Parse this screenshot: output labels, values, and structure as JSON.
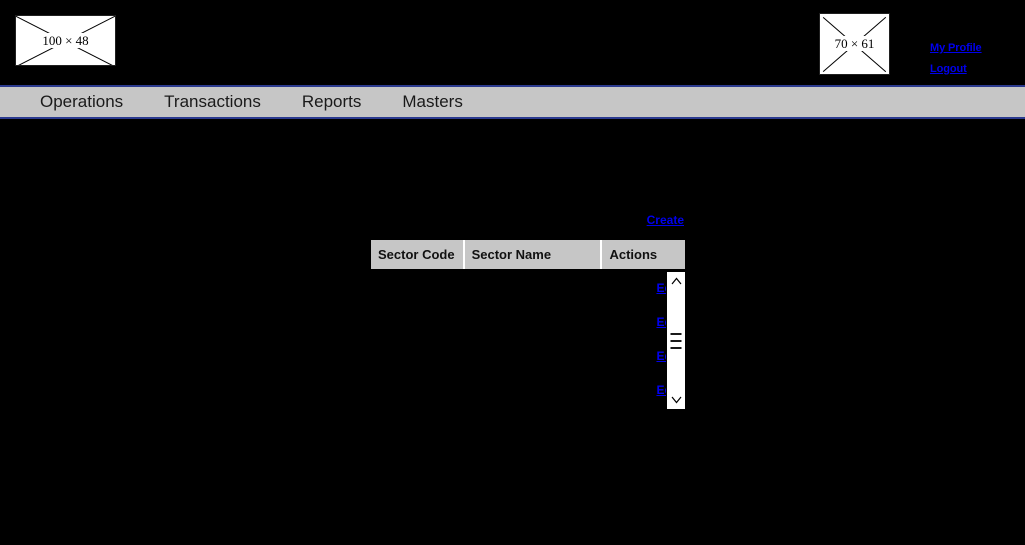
{
  "header": {
    "logo_left": {
      "icon": "broken-image-placeholder",
      "label": "100 × 48"
    },
    "logo_right": {
      "icon": "broken-image-placeholder",
      "label": "70 × 61"
    },
    "links": [
      {
        "label": "My Profile"
      },
      {
        "label": "Logout"
      }
    ]
  },
  "nav": {
    "items": [
      {
        "label": "Operations"
      },
      {
        "label": "Transactions"
      },
      {
        "label": "Reports"
      },
      {
        "label": "Masters"
      }
    ]
  },
  "main": {
    "create_link": "Create",
    "table": {
      "columns": [
        {
          "label": "Sector Code"
        },
        {
          "label": "Sector Name"
        },
        {
          "label": "Actions"
        }
      ],
      "rows": [
        {
          "sector_code": "",
          "sector_name": "",
          "action": "Edit"
        },
        {
          "sector_code": "",
          "sector_name": "",
          "action": "Edit"
        },
        {
          "sector_code": "",
          "sector_name": "",
          "action": "Edit"
        },
        {
          "sector_code": "",
          "sector_name": "",
          "action": "Edit"
        }
      ]
    },
    "scrollbar": {
      "up_arrow": "ⱏ",
      "down_arrow": "ⱛ"
    }
  },
  "colors": {
    "page_background": "#000000",
    "nav_background": "#c6c6c6",
    "nav_border": "#2b3a8f",
    "link": "#0000ee",
    "table_header_background": "#c6c6c6"
  }
}
